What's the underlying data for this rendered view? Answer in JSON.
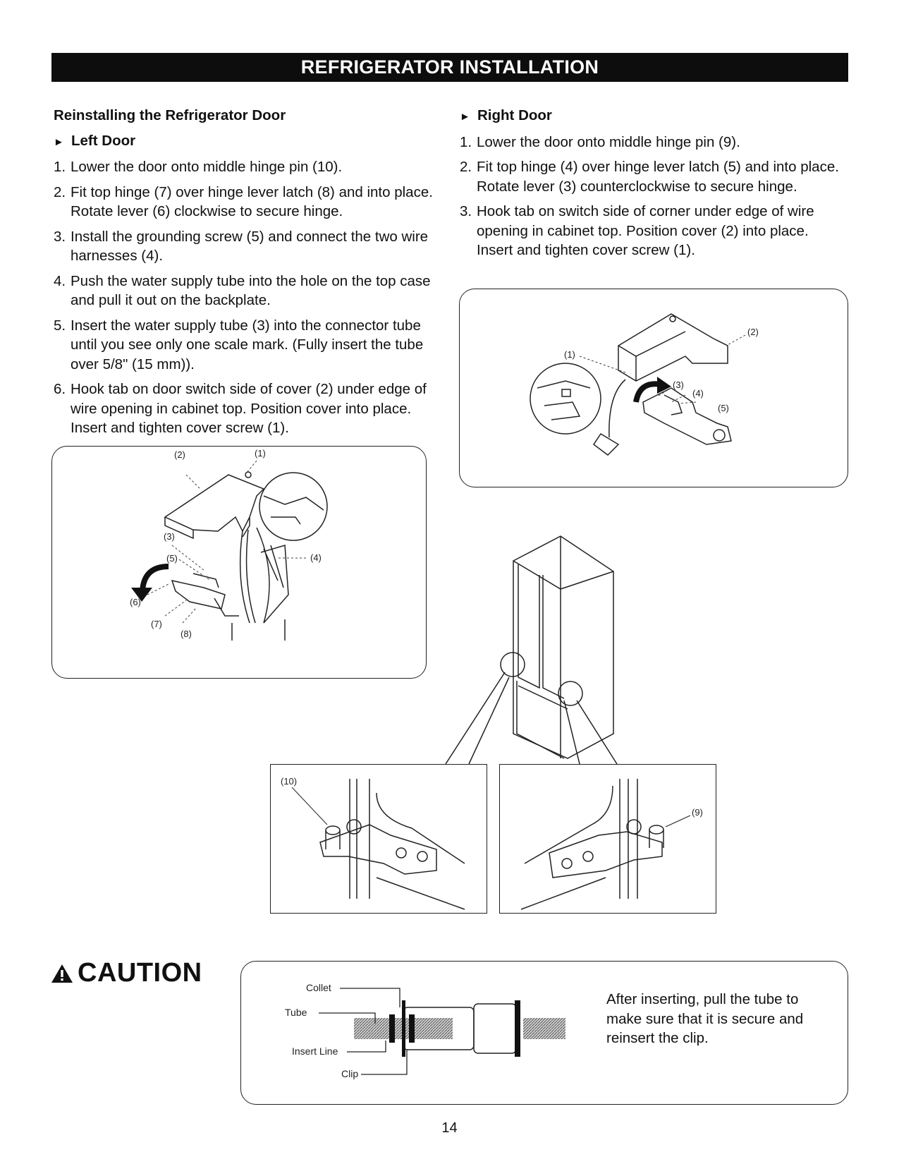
{
  "page_title": "REFRIGERATOR INSTALLATION",
  "left": {
    "heading": "Reinstalling the Refrigerator Door",
    "subhead": "Left Door",
    "steps": [
      {
        "num": "1.",
        "text": "Lower the door onto middle hinge pin (10)."
      },
      {
        "num": "2.",
        "text": "Fit top hinge (7) over hinge lever latch (8) and into place. Rotate lever (6) clockwise to secure hinge."
      },
      {
        "num": "3.",
        "text": "Install the grounding screw (5) and connect the two wire harnesses (4)."
      },
      {
        "num": "4.",
        "text": "Push the water supply tube into the hole on the top case and pull it out on the backplate."
      },
      {
        "num": "5.",
        "text": "Insert the water supply tube (3) into the connector tube until you see only one scale mark. (Fully insert the tube over 5/8\" (15 mm))."
      },
      {
        "num": "6.",
        "text": "Hook tab on door switch side of cover (2) under edge of wire opening in cabinet top. Position cover into place. Insert and tighten cover screw (1)."
      }
    ],
    "figure_labels": {
      "l1": "(1)",
      "l2": "(2)",
      "l3": "(3)",
      "l4": "(4)",
      "l5": "(5)",
      "l6": "(6)",
      "l7": "(7)",
      "l8": "(8)"
    }
  },
  "right": {
    "subhead": "Right Door",
    "steps": [
      {
        "num": "1.",
        "text": "Lower the door onto middle hinge pin (9)."
      },
      {
        "num": "2.",
        "text": "Fit top hinge (4) over hinge lever latch (5) and into place. Rotate lever (3) counterclockwise to secure hinge."
      },
      {
        "num": "3.",
        "text": "Hook tab on switch side of corner under edge of wire opening in cabinet top. Position cover (2) into place. Insert and tighten cover screw (1)."
      }
    ],
    "figure_labels": {
      "l1": "(1)",
      "l2": "(2)",
      "l3": "(3)",
      "l4": "(4)",
      "l5": "(5)"
    }
  },
  "hinge_labels": {
    "left": "(10)",
    "right": "(9)"
  },
  "caution": {
    "title": "CAUTION",
    "text": "After inserting, pull the tube to make sure that it is secure and reinsert the clip.",
    "diagram_labels": {
      "collet": "Collet",
      "tube": "Tube",
      "insert_line": "Insert Line",
      "clip": "Clip"
    }
  },
  "page_number": "14"
}
